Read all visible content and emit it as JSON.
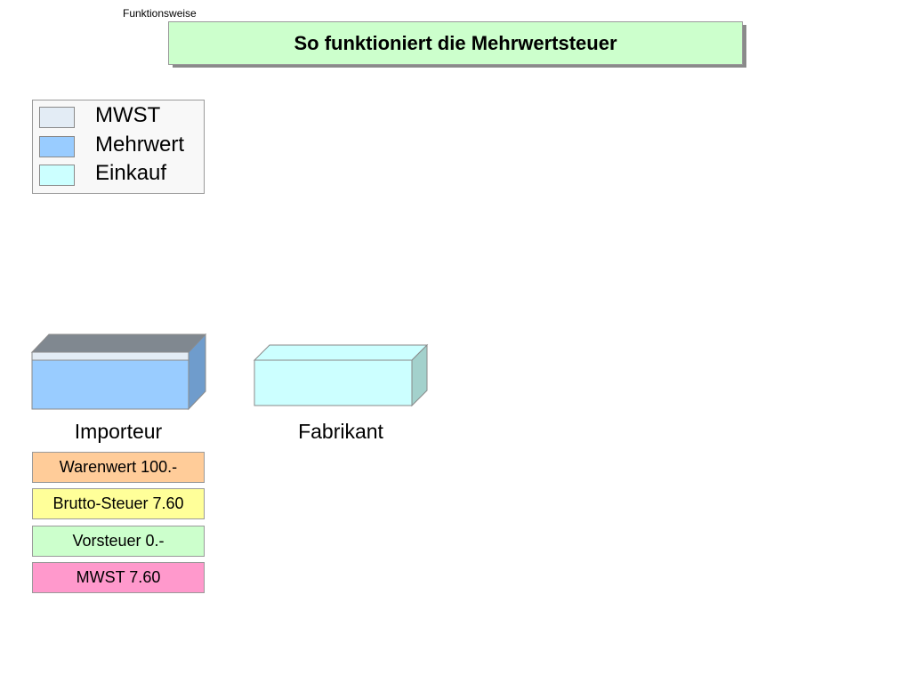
{
  "header": {
    "section_label": "Funktionsweise",
    "title": "So funktioniert die Mehrwertsteuer"
  },
  "legend": {
    "items": [
      {
        "label": "MWST",
        "color": "#e3ecf5"
      },
      {
        "label": "Mehrwert",
        "color": "#99ccff"
      },
      {
        "label": "Einkauf",
        "color": "#ccffff"
      }
    ]
  },
  "stages": [
    {
      "label": "Importeur",
      "front_color": "#99ccff",
      "tax_strip_color": "#e3ecf5",
      "top_color": "#808890",
      "side_color": "#6f9ccc"
    },
    {
      "label": "Fabrikant",
      "front_color": "#ccffff",
      "side_color": "#a3d1cc",
      "top_color": "#ccffff"
    }
  ],
  "importeur_values": [
    {
      "label": "Warenwert 100.-",
      "color": "#ffcc99"
    },
    {
      "label": "Brutto-Steuer 7.60",
      "color": "#ffff99"
    },
    {
      "label": "Vorsteuer 0.-",
      "color": "#ccffcc"
    },
    {
      "label": "MWST 7.60",
      "color": "#ff99cc"
    }
  ]
}
